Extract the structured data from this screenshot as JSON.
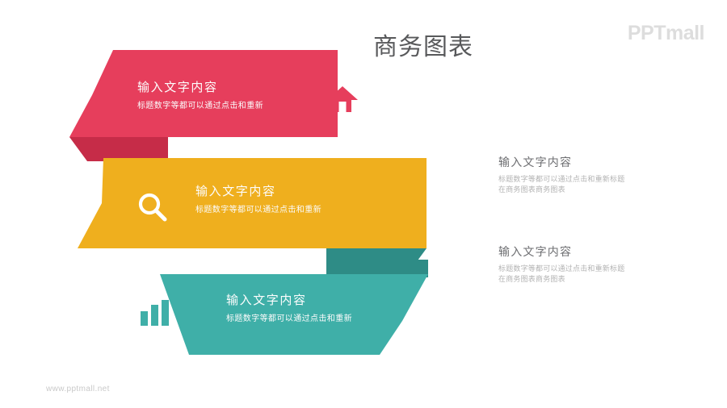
{
  "header": {
    "title": "商务图表",
    "logo": "PPTmall"
  },
  "footer": {
    "url": "www.pptmall.net"
  },
  "colors": {
    "red": "#E63E5C",
    "red_shadow": "#C62C48",
    "yellow": "#EFAF1E",
    "yellow_shadow": "#D89A14",
    "teal": "#3FAFA8",
    "teal_shadow": "#2E8C86",
    "title_gray": "#58595B",
    "body_gray": "#B3B3B3",
    "logo_gray": "#DDDDDD"
  },
  "ribbons": [
    {
      "id": "red",
      "icon": "home-icon",
      "title": "输入文字内容",
      "subtitle": "标题数字等都可以通过点击和重新"
    },
    {
      "id": "yellow",
      "icon": "search-icon",
      "title": "输入文字内容",
      "subtitle": "标题数字等都可以通过点击和重新"
    },
    {
      "id": "teal",
      "icon": "bar-chart-icon",
      "title": "输入文字内容",
      "subtitle": "标题数字等都可以通过点击和重新"
    }
  ],
  "side_blocks": [
    {
      "title": "输入文字内容",
      "line1": "标题数字等都可以通过点击和重新标题",
      "line2": "在商务图表商务图表"
    },
    {
      "title": "输入文字内容",
      "line1": "标题数字等都可以通过点击和重新标题",
      "line2": "在商务图表商务图表"
    }
  ]
}
